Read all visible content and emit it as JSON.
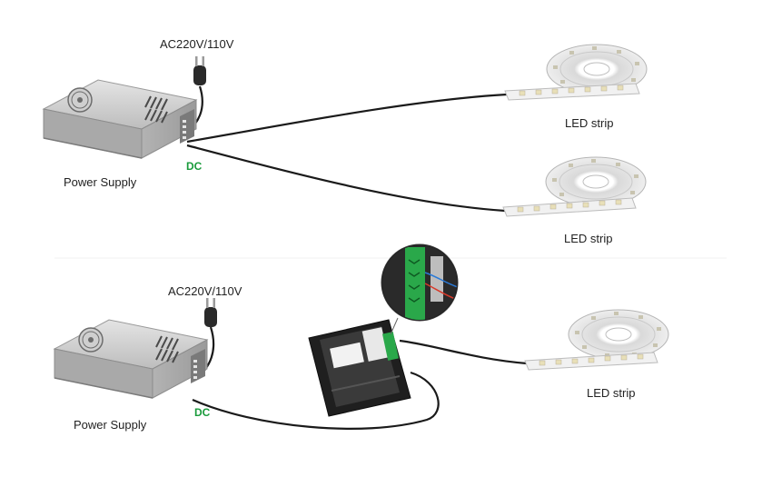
{
  "diagram": {
    "top": {
      "ac_label": "AC220V/110V",
      "psu_label": "Power Supply",
      "dc_label": "DC",
      "strip_labels": [
        "LED strip",
        "LED strip"
      ]
    },
    "bottom": {
      "ac_label": "AC220V/110V",
      "psu_label": "Power Supply",
      "dc_label": "DC",
      "strip_label": "LED strip"
    }
  },
  "colors": {
    "text": "#222222",
    "dc_label": "#1a9b3c",
    "wire": "#1a1a1a",
    "psu_body": "#c9c9c9",
    "controller": "#2b2b2b",
    "terminal_green": "#2aa84a",
    "led_chip": "#f3efe0",
    "strip_reel": "#e6e6e6"
  },
  "icons": [
    "power-supply-icon",
    "plug-icon",
    "led-strip-reel-icon",
    "dimmer-controller-icon",
    "terminal-closeup-icon"
  ]
}
